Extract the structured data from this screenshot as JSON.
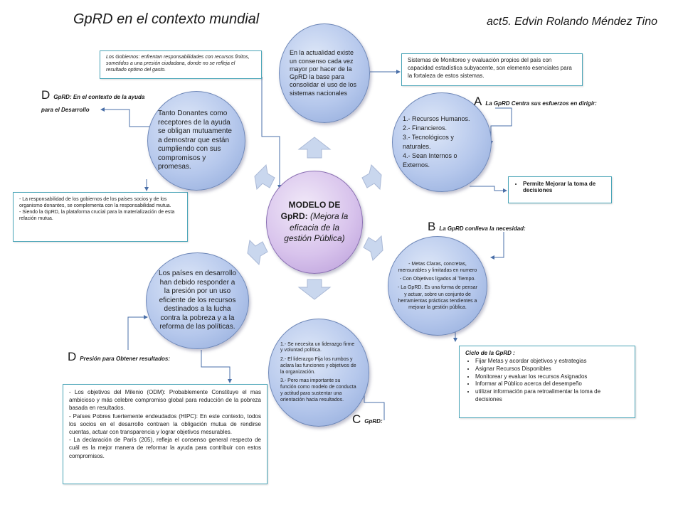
{
  "title": "GpRD en el contexto mundial",
  "author": "act5. Edvin Rolando Méndez Tino",
  "center": {
    "bold": "MODELO DE GpRD:",
    "italic": "(Mejora la eficacia de la gestión Pública)"
  },
  "circles": {
    "top": "En la actualidad existe un consenso cada vez mayor por hacer de la GpRD la base para consolidar el uso de los sistemas nacionales",
    "upper_left": "Tanto Donantes como receptores de la ayuda se obligan mutuamente a demostrar que están cumpliendo con sus compromisos y promesas.",
    "upper_right": [
      "1.- Recursos Humanos.",
      "2.- Financieros.",
      "3.- Tecnológicos y naturales.",
      "4.- Sean Internos o Externos."
    ],
    "lower_left": "Los países en desarrollo han debido responder a la presión por un uso eficiente de los recursos destinados a la lucha contra la pobreza y a la reforma de las políticas.",
    "lower_right": [
      "- Metas Claras, concretas, mensurables y limitadas en numero",
      "- Con Objetivos ligados al Tiempo.",
      "- La GpRD. Es una forma de pensar y actuar, sobre un conjunto de herramientas prácticas tendientes a mejorar la gestión pública."
    ],
    "bottom": [
      "1.- Se necesita un liderazgo firme y voluntad política.",
      "2.- El liderazgo Fija los rumbos y aclara las funciones y objetivos de la organización.",
      "3.- Pero mas importante su función como modelo de conducta y actitud para sustentar una orientación hacia resultados."
    ]
  },
  "boxes": {
    "gobiernos": "Los Gobiernos: enfrentan responsabilidades con recursos finitos, sometidos a una presión ciudadana, donde no se refleja el resultado optimo del gasto.",
    "sistemas": "Sistemas de Monitoreo y evaluación propios del país con capacidad estadística subyacente, son elemento esenciales para la fortaleza de estos sistemas.",
    "responsabilidad": [
      "- La responsabilidad de los gobiernos de los países socios y de los organismo donantes, se complementa con la responsabilidad mutua.",
      "- Siendo la GpRD, la plataforma crucial para la materialización de esta relación mutua."
    ],
    "permite": "Permite Mejorar la toma de decisiones",
    "ciclo_title": "Ciclo de la GpRD :",
    "ciclo_items": [
      "Fijar Metas y acordar objetivos y estrategias",
      "Asignar Recursos Disponibles",
      "Monitorear y evaluar los recursos Asignados",
      "Informar al Público acerca del desempeño",
      "utilizar información para retroalimentar la toma de decisiones"
    ],
    "objetivos": [
      "- Los objetivos del Milenio (ODM): Probablemente Constituye el mas ambicioso y más celebre compromiso global para reducción de la pobreza basada en resultados.",
      "- Países Pobres fuertemente endeudados (HIPC): En este contexto, todos los socios en el desarrollo contraen la obligación mutua de rendirse cuentas, actuar con transparencia y lograr objetivos mesurables.",
      "- La declaración de París (205), refleja el consenso general respecto de cuál es la mejor manera de reformar la ayuda para contribuir con estos compromisos."
    ]
  },
  "labels": {
    "d1_letter": "D",
    "d1_text": "GpRD: En el contexto de la ayuda",
    "d1_text2": "para el Desarrollo",
    "a_letter": "A",
    "a_text": "La GpRD Centra sus esfuerzos en dirigir:",
    "b_letter": "B",
    "b_text": "La GpRD conlleva la necesidad:",
    "d2_letter": "D",
    "d2_text": "Presión para Obtener resultados:",
    "c_letter": "C",
    "c_text": "GpRD:"
  },
  "colors": {
    "circle_blue": "#b6c8ec",
    "circle_purple": "#d8c3ec",
    "box_border": "#4aa5b8",
    "arrow_fill": "#c9d7ee"
  }
}
